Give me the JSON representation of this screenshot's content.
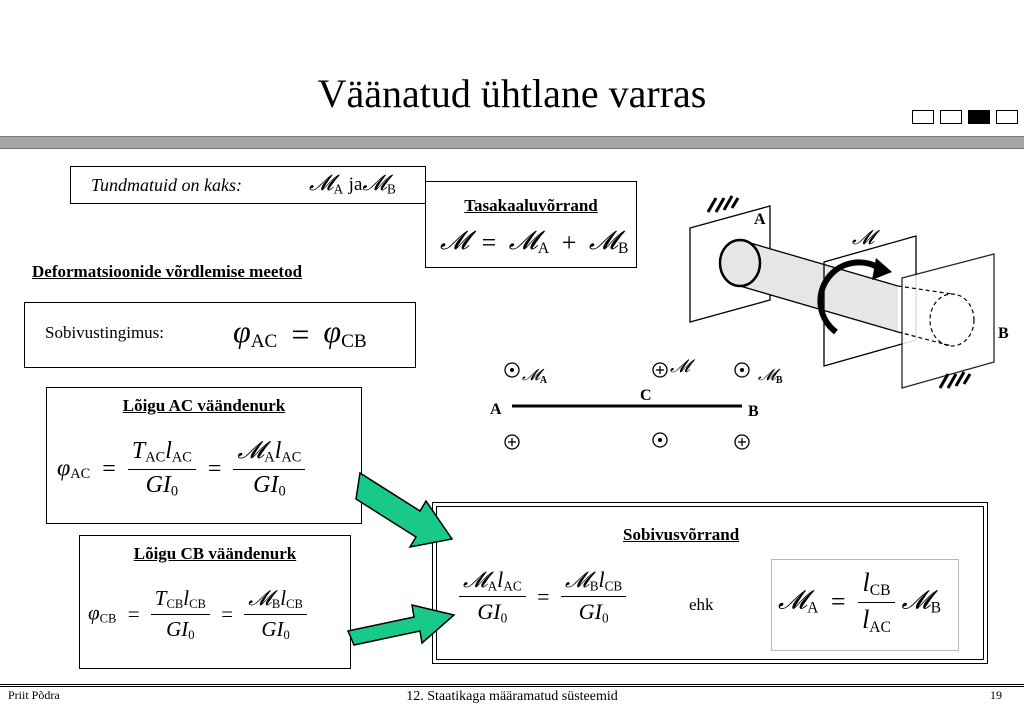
{
  "slide": {
    "title": "Väänatud ühtlane varras",
    "unknowns_label": "Tundmatuid on kaks:",
    "unknowns_m1": "𝓜",
    "unknowns_sub1": "A",
    "unknowns_and": "ja",
    "unknowns_m2": "𝓜",
    "unknowns_sub2": "B",
    "equilibrium_heading": "Tasakaaluvõrrand",
    "method_heading": "Deformatsioonide võrdlemise meetod",
    "compat_label": "Sobivustingimus:",
    "segment_ac_heading": "Lõigu AC väändenurk",
    "segment_cb_heading": "Lõigu CB väändenurk",
    "compat_eq_heading": "Sobivusvõrrand",
    "or_word": "ehk",
    "symbols": {
      "m": "𝓜",
      "phi": "φ",
      "T": "T",
      "l": "l",
      "G": "G",
      "I": "I",
      "sub_A": "A",
      "sub_B": "B",
      "sub_AC": "AC",
      "sub_CB": "CB",
      "sub_0": "0",
      "equals": "=",
      "plus": "+"
    },
    "diagram": {
      "label_A": "A",
      "label_B": "B",
      "label_C": "C",
      "label_m": "𝓜",
      "label_mA": "𝓜",
      "label_mA_sub": "A",
      "label_mB": "𝓜",
      "label_mB_sub": "B",
      "shaft_label_A": "A",
      "shaft_label_B": "B",
      "shaft_label_m": "𝓜"
    }
  },
  "footer": {
    "author": "Priit Põdra",
    "course": "12. Staatikaga määramatud süsteemid",
    "page": "19"
  }
}
